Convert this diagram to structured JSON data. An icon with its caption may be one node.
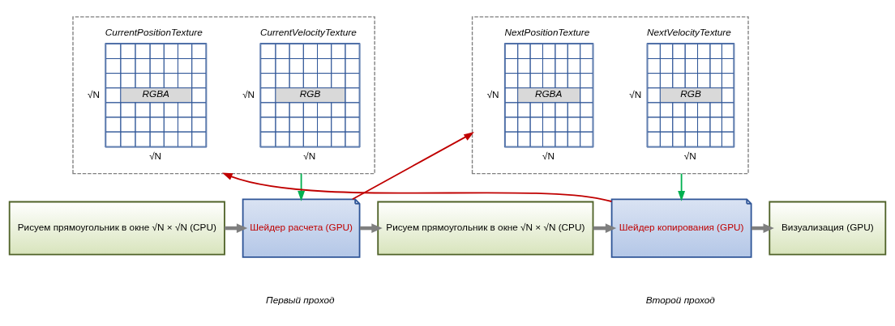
{
  "diagram": {
    "nodes": [
      {
        "text": [],
        "shape": "box"
      },
      {
        "text": [
          "CurrentPositionTexture",
          "RGBA"
        ],
        "beside": [
          "√N",
          "√N"
        ],
        "in": 0
      },
      {
        "text": [
          "CurrentVelocityTexture",
          "RGB"
        ],
        "beside": [
          "√N",
          "√N"
        ],
        "in": 0
      },
      {
        "text": [],
        "shape": "box"
      },
      {
        "text": [
          "NextPositionTexture",
          "RGBA"
        ],
        "beside": [
          "√N",
          "√N"
        ],
        "in": 3
      },
      {
        "text": [
          "NextVelocityTexture",
          "RGB"
        ],
        "beside": [
          "√N",
          "√N"
        ],
        "in": 3
      },
      {
        "text": [
          "Рисуем прямоугольник в окне √N × √N (CPU)"
        ]
      },
      {
        "text": [
          "Шейдер расчета (GPU)"
        ]
      },
      {
        "text": [
          "Рисуем прямоугольник в окне √N × √N (CPU)"
        ]
      },
      {
        "text": [
          "Шейдер копирования (GPU)"
        ]
      },
      {
        "text": [
          "Визуализация (GPU)"
        ]
      }
    ],
    "edges": [
      {
        "from": 0,
        "to": 7,
        "arrow": "to",
        "color": "#00b050"
      },
      {
        "from": 7,
        "to": 3,
        "arrow": "to",
        "color": "#c00000"
      },
      {
        "from": 9,
        "to": 0,
        "arrow": "to",
        "color": "#c00000"
      },
      {
        "from": 3,
        "to": 9,
        "arrow": "to",
        "color": "#00b050"
      },
      {
        "from": 6,
        "to": 7,
        "arrow": "to",
        "style": "thick"
      },
      {
        "from": 7,
        "to": 8,
        "arrow": "to",
        "style": "thick"
      },
      {
        "from": 8,
        "to": 9,
        "arrow": "to",
        "style": "thick"
      },
      {
        "from": 9,
        "to": 10,
        "arrow": "to",
        "style": "thick"
      }
    ],
    "labels": [
      "Первый проход",
      "Второй проход"
    ]
  }
}
